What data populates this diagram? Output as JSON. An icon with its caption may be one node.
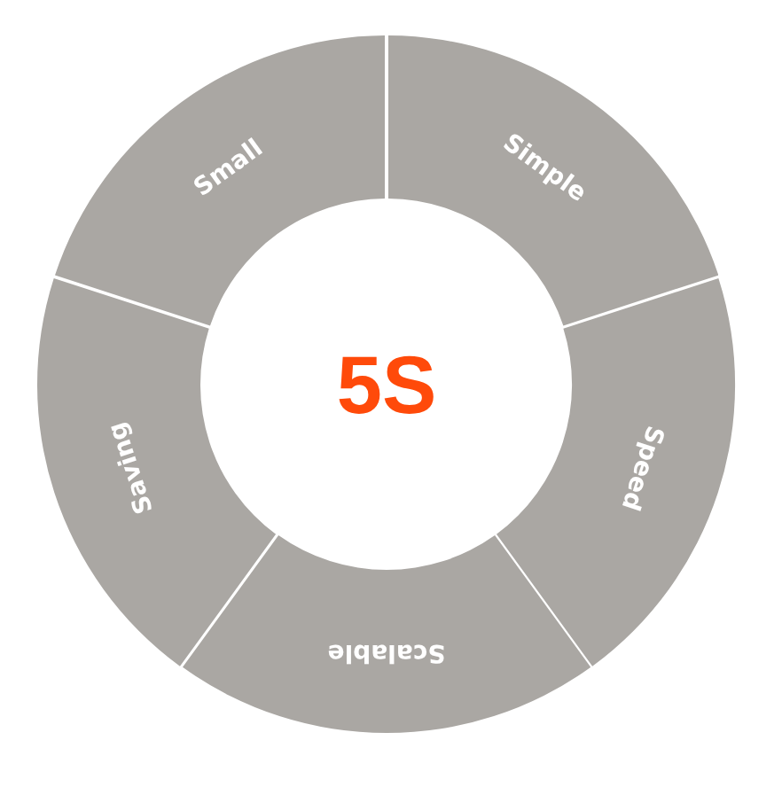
{
  "diagram": {
    "nodes": [
      {
        "text": [
          "5S"
        ]
      },
      {
        "text": [
          "Small"
        ]
      },
      {
        "text": [
          "Simple"
        ]
      },
      {
        "text": [
          "Speed"
        ]
      },
      {
        "text": [
          "Scalable"
        ]
      },
      {
        "text": [
          "Saving"
        ]
      }
    ]
  }
}
